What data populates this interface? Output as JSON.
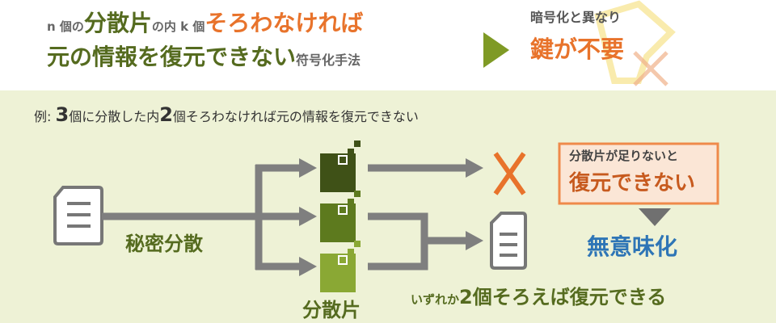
{
  "header": {
    "line1": {
      "pre": "n 個の",
      "emph": "分散片",
      "mid": "の内 k 個",
      "cond": "そろわなければ"
    },
    "line2": {
      "emph": "元の情報を復元できない",
      "post": "符号化手法"
    },
    "right": {
      "sub": "暗号化と異なり",
      "main": "鍵が不要"
    }
  },
  "example": {
    "prefix": "例: ",
    "n": "3",
    "mid": "個に分散した内",
    "k": "2",
    "suffix": "個そろわなければ元の情報を復元できない"
  },
  "diagram": {
    "split_label": "秘密分散",
    "shares_label": "分散片",
    "fail_box": {
      "line1": "分散片が足りないと",
      "line2": "復元できない"
    },
    "meaningless": "無意味化",
    "success": {
      "pre": "いずれか",
      "main": "2個そろえば復元できる"
    }
  },
  "colors": {
    "olive": "#556b1f",
    "orange": "#e8732b",
    "blue": "#2e75b6",
    "arrow": "#7f7f7f",
    "background": "#eef2d6"
  }
}
